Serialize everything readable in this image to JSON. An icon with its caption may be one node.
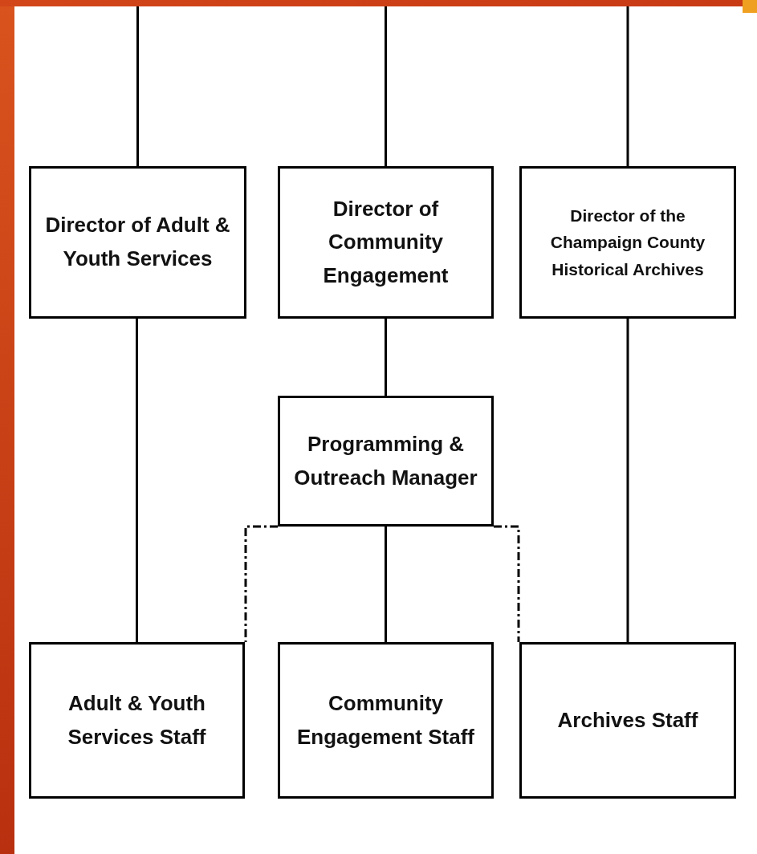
{
  "diagram": {
    "nodes": [
      {
        "text": [
          "Director of Adult & Youth Services"
        ]
      },
      {
        "text": [
          "Director of Community Engagement"
        ]
      },
      {
        "text": [
          "Director of the Champaign County Historical Archives"
        ]
      },
      {
        "text": [
          "Programming & Outreach Manager"
        ]
      },
      {
        "text": [
          "Adult & Youth Services Staff"
        ]
      },
      {
        "text": [
          "Community Engagement Staff"
        ]
      },
      {
        "text": [
          "Archives Staff"
        ]
      }
    ],
    "edges": [
      {
        "from": null,
        "to": 0,
        "arrow": "none"
      },
      {
        "from": null,
        "to": 1,
        "arrow": "none"
      },
      {
        "from": null,
        "to": 2,
        "arrow": "none"
      },
      {
        "from": 0,
        "to": 4,
        "arrow": "none"
      },
      {
        "from": 1,
        "to": 3,
        "arrow": "none"
      },
      {
        "from": 3,
        "to": 5,
        "arrow": "none"
      },
      {
        "from": 2,
        "to": 6,
        "arrow": "none"
      },
      {
        "from": 3,
        "to": 4,
        "arrow": "none",
        "style": "dashed"
      },
      {
        "from": 3,
        "to": 6,
        "arrow": "none",
        "style": "dashed"
      }
    ]
  }
}
